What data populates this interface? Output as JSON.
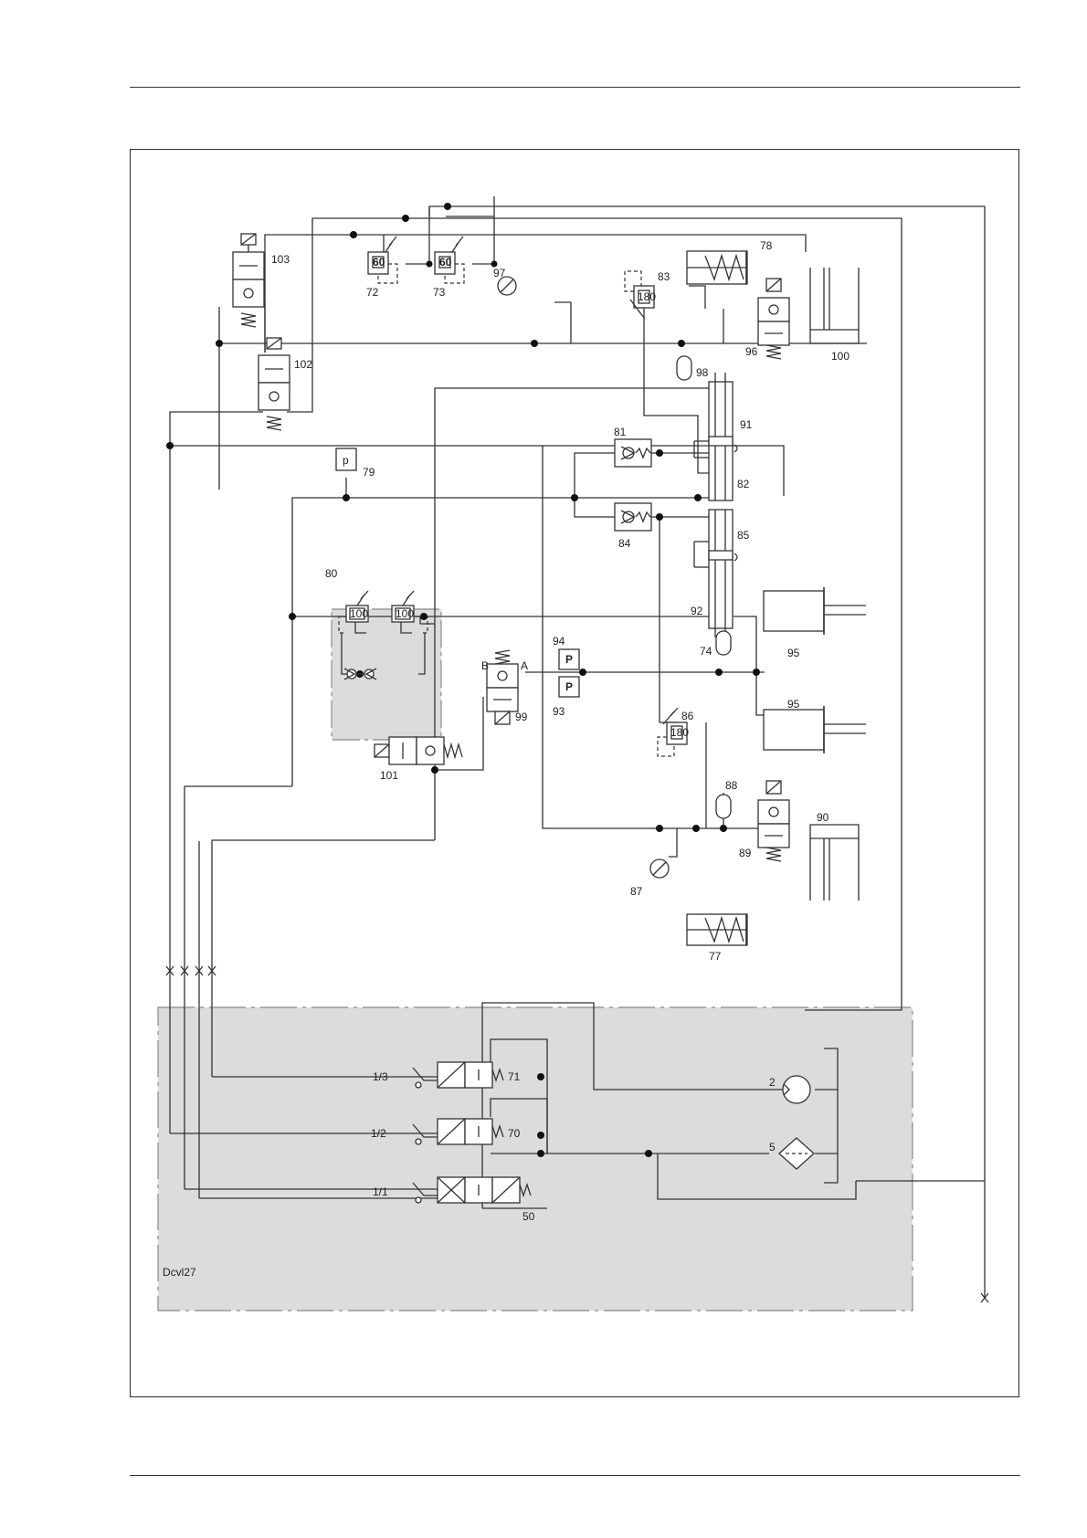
{
  "diagram": {
    "drawing_code": "Dcvl27",
    "components": {
      "c103": "103",
      "c102": "102",
      "c72": "72",
      "c73": "73",
      "c72_setting": "60",
      "c73_setting": "60",
      "c78": "78",
      "c97": "97",
      "c83": "83",
      "c83_setting": "180",
      "c96": "96",
      "c98": "98",
      "c100": "100",
      "c91": "91",
      "c81": "81",
      "c82": "82",
      "c79": "79",
      "c79_symbol": "p",
      "c85": "85",
      "c84": "84",
      "c80": "80",
      "c80_setting_a": "100",
      "c80_setting_b": "100",
      "c92": "92",
      "c74": "74",
      "c95_top": "95",
      "c95_bottom": "95",
      "c94": "94",
      "c93": "93",
      "c94_symbol": "P",
      "c93_symbol": "P",
      "c99": "99",
      "c99_port_b": "B",
      "c99_port_a": "A",
      "c101": "101",
      "c86": "86",
      "c86_setting": "180",
      "c88": "88",
      "c90": "90",
      "c89": "89",
      "c87": "87",
      "c77": "77",
      "c71": "71",
      "c70": "70",
      "c50": "50",
      "c2": "2",
      "c5": "5",
      "lever_13": "1/3",
      "lever_12": "1/2",
      "lever_11": "1/1"
    }
  }
}
